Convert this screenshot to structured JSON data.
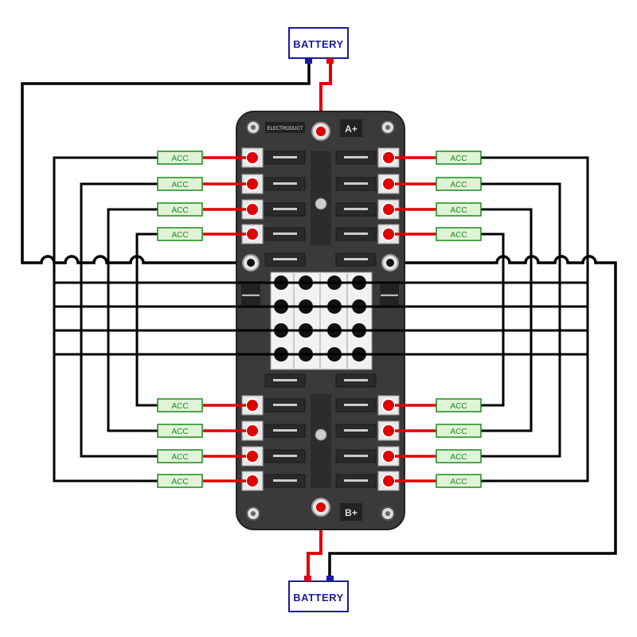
{
  "battery_top": "BATTERY",
  "battery_bottom": "BATTERY",
  "terminal_a": "A+",
  "terminal_b": "B+",
  "brand": "ELECTRODUCT",
  "minus_left": "—",
  "minus_right": "—",
  "acc_label": "ACC",
  "colors": {
    "wire_negative": "#000000",
    "wire_positive": "#e00000",
    "battery_border": "#1a1aa0",
    "acc_border": "#1c8a1c",
    "acc_fill": "#dff3d6",
    "fuse_block": "#3a3a3a"
  }
}
